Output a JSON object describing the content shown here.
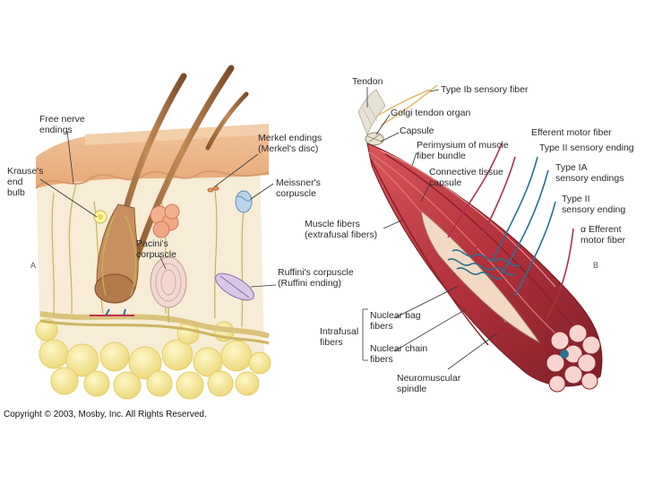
{
  "panel_a": {
    "letter": "A",
    "labels": {
      "free_nerve": "Free nerve\nendings",
      "krause": "Krause's\nend\nbulb",
      "merkel": "Merkel endings\n(Merkel's disc)",
      "meissner": "Meissner's\ncorpuscle",
      "pacini": "Pacini's\ncorpuscle",
      "ruffini": "Ruffini's corpuscle\n(Ruffini ending)"
    }
  },
  "panel_b": {
    "letter": "B",
    "labels": {
      "tendon": "Tendon",
      "type_ib": "Type Ib sensory fiber",
      "golgi": "Golgi tendon organ",
      "capsule": "Capsule",
      "efferent_motor": "Efferent motor fiber",
      "perimysium": "Perimysium of muscle\nfiber bundle",
      "type_ii_a": "Type II sensory ending",
      "connective": "Connective tissue\ncapsule",
      "type_ia": "Type IA\nsensory endings",
      "type_ii_b": "Type II\nsensory ending",
      "muscle_fibers": "Muscle fibers\n(extrafusal fibers)",
      "alpha_efferent": "α Efferent\nmotor fiber",
      "intrafusal": "Intrafusal\nfibers",
      "nuclear_bag": "Nuclear bag\nfibers",
      "nuclear_chain": "Nuclear chain\nfibers",
      "spindle": "Neuromuscular\nspindle"
    }
  },
  "copyright": "Copyright © 2003, Mosby, Inc. All Rights Reserved.",
  "colors": {
    "skin_surface": "#e9b486",
    "dermis": "#f7ead0",
    "fat": "#f6e79a",
    "nerve": "#c8b45a",
    "muscle": "#b8333a",
    "sensory_blue": "#2b6f8f",
    "motor_red": "#b0304a"
  }
}
